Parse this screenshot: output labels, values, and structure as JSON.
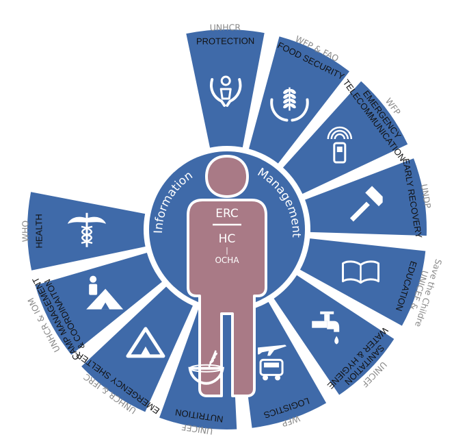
{
  "colors": {
    "wheel": "#3f6aa9",
    "inner_ring": "#ffffff",
    "figure": "#a97a86",
    "figure_outline": "#ffffff",
    "cluster_text": "#111111",
    "agency_text": "#8a8a8a"
  },
  "center": {
    "arc_left": "Information",
    "arc_right": "Management",
    "top_label": "ERC",
    "mid_label": "HC",
    "divider": "|",
    "bottom_label": "OCHA"
  },
  "clusters": [
    {
      "icon": "hands-protecting-person-icon",
      "lines": [
        "PROTECTION"
      ],
      "agency": [
        "UNHCR"
      ]
    },
    {
      "icon": "hands-holding-wheat-icon",
      "lines": [
        "FOOD SECURITY"
      ],
      "agency": [
        "WFP & FAO"
      ]
    },
    {
      "icon": "mobile-phone-signal-icon",
      "lines": [
        "EMERGENCY",
        "TELECOMMUNICATION"
      ],
      "agency": [
        "WFP"
      ]
    },
    {
      "icon": "hammer-icon",
      "lines": [
        "EARLY RECOVERY"
      ],
      "agency": [
        "UNDP"
      ]
    },
    {
      "icon": "open-book-icon",
      "lines": [
        "EDUCATION"
      ],
      "agency": [
        "UNICEF &",
        "Save the Childre"
      ]
    },
    {
      "icon": "water-tap-icon",
      "lines": [
        "SANITATION",
        "WATER & HYGIENE"
      ],
      "agency": [
        "UNICEF"
      ]
    },
    {
      "icon": "truck-plane-icon",
      "lines": [
        "LOGISTICS"
      ],
      "agency": [
        "WFP"
      ]
    },
    {
      "icon": "food-bowl-icon",
      "lines": [
        "NUTRITION"
      ],
      "agency": [
        "UNICEF"
      ]
    },
    {
      "icon": "tent-icon",
      "lines": [
        "EMERGENCY SHELTER"
      ],
      "agency": [
        "UNHCR & IFRC"
      ]
    },
    {
      "icon": "camp-person-tent-icon",
      "lines": [
        "CAMP MANAGEMENT",
        "& COORDINAITON"
      ],
      "agency": [
        "UNHCR & IOM"
      ]
    },
    {
      "icon": "caduceus-icon",
      "lines": [
        "HEALTH"
      ],
      "agency": [
        "WHO"
      ]
    }
  ]
}
